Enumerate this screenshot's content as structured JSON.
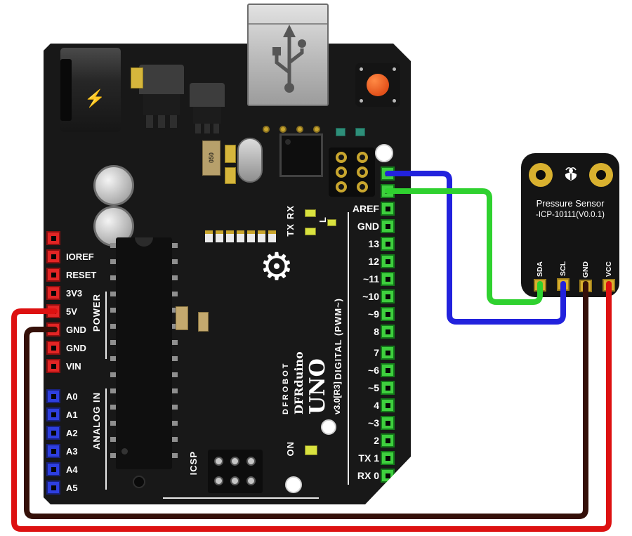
{
  "icons": {
    "gear": "⚙",
    "lightning": "⚡"
  },
  "arduino": {
    "brand": {
      "name": "DFROBOT",
      "model": "DFRduino",
      "series": "UNO",
      "version": "v3.0[R3]"
    },
    "section_labels": {
      "power": "POWER",
      "analog": "ANALOG IN",
      "digital": "DIGITAL (PWM~)",
      "icsp": "ICSP"
    },
    "led_labels": {
      "rx": "RX",
      "tx": "TX",
      "l": "L",
      "on": "ON"
    },
    "power_pins": [
      "",
      "IOREF",
      "RESET",
      "3V3",
      "5V",
      "GND",
      "GND",
      "VIN"
    ],
    "analog_pins": [
      "A0",
      "A1",
      "A2",
      "A3",
      "A4",
      "A5"
    ],
    "digital_pins_top": [
      "",
      "",
      "AREF",
      "GND",
      "13",
      "12",
      "~11",
      "~10",
      "~9",
      "8"
    ],
    "digital_pins_bottom": [
      "7",
      "~6",
      "~5",
      "4",
      "~3",
      "2",
      "TX 1",
      "RX 0"
    ],
    "smd_label": "050"
  },
  "sensor": {
    "title": "Pressure Sensor",
    "subtitle": "-ICP-10111(V0.0.1)",
    "pins": [
      "SDA",
      "SCL",
      "GND",
      "VCC"
    ]
  },
  "wires": [
    {
      "name": "scl-wire",
      "color": "#2222dd"
    },
    {
      "name": "sda-wire",
      "color": "#2fd12f"
    },
    {
      "name": "gnd-wire",
      "color": "#351009"
    },
    {
      "name": "vcc-wire",
      "color": "#dd1111"
    }
  ]
}
